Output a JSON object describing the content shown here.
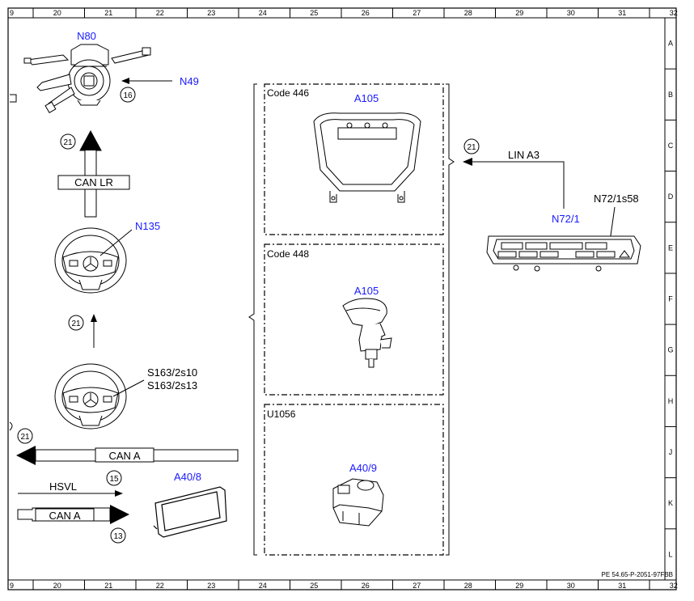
{
  "grid": {
    "columns": [
      "9",
      "20",
      "21",
      "22",
      "23",
      "24",
      "25",
      "26",
      "27",
      "28",
      "29",
      "30",
      "31",
      "32"
    ],
    "rows": [
      "A",
      "B",
      "C",
      "D",
      "E",
      "F",
      "G",
      "H",
      "J",
      "K",
      "L"
    ],
    "doc_ref": "PE 54.65-P-2051-97FBB"
  },
  "components": {
    "n80": "N80",
    "n49": "N49",
    "n135": "N135",
    "s163": "S163/2s10",
    "s163b": "S163/2s13",
    "a40_8": "A40/8",
    "a105_446": "A105",
    "a105_448": "A105",
    "a40_9": "A40/9",
    "n72_1": "N72/1",
    "n72_1s58": "N72/1s58"
  },
  "variants": {
    "code446": "Code 446",
    "code448": "Code 448",
    "u1056": "U1056"
  },
  "buses": {
    "can_lr": "CAN LR",
    "can_a_top": "CAN A",
    "can_a_bottom": "CAN A",
    "hsvl": "HSVL",
    "lin_a3": "LIN A3"
  },
  "markers": {
    "m16": "16",
    "m21a": "21",
    "m21b": "21",
    "m21c": "21",
    "m21d": "21",
    "m15": "15",
    "m13": "13"
  },
  "colors": {
    "label_blue": "#1a1aff",
    "line": "#000000"
  }
}
